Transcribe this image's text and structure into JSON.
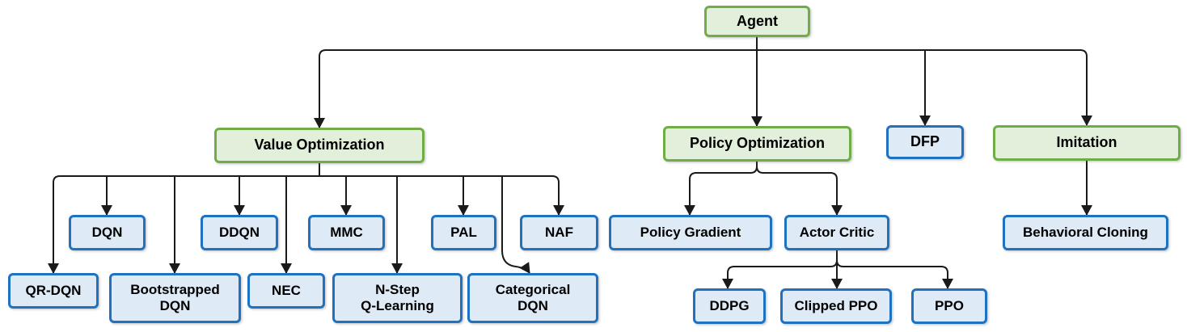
{
  "diagram": {
    "type": "hierarchy-flowchart",
    "description_from_pixels_only": "tree of agent algorithm families",
    "colors": {
      "category_fill": "#E2EFDA",
      "category_border": "#70AD47",
      "algorithm_fill": "#DEEAF6",
      "algorithm_border": "#1F72C1",
      "connector_line": "#1A1A1A",
      "text": "#000000",
      "background": "#FFFFFF"
    },
    "nodes": {
      "agent": {
        "label": "Agent",
        "type": "category"
      },
      "value_optimization": {
        "label": "Value Optimization",
        "type": "category"
      },
      "policy_optimization": {
        "label": "Policy Optimization",
        "type": "category"
      },
      "dfp": {
        "label": "DFP",
        "type": "algorithm"
      },
      "imitation": {
        "label": "Imitation",
        "type": "category"
      },
      "dqn": {
        "label": "DQN",
        "type": "algorithm"
      },
      "ddqn": {
        "label": "DDQN",
        "type": "algorithm"
      },
      "mmc": {
        "label": "MMC",
        "type": "algorithm"
      },
      "pal": {
        "label": "PAL",
        "type": "algorithm"
      },
      "naf": {
        "label": "NAF",
        "type": "algorithm"
      },
      "qr_dqn": {
        "label": "QR-DQN",
        "type": "algorithm"
      },
      "bootstrapped_dqn": {
        "label": "Bootstrapped\nDQN",
        "type": "algorithm"
      },
      "nec": {
        "label": "NEC",
        "type": "algorithm"
      },
      "n_step_q_learning": {
        "label": "N-Step\nQ-Learning",
        "type": "algorithm"
      },
      "categorical_dqn": {
        "label": "Categorical\nDQN",
        "type": "algorithm"
      },
      "policy_gradient": {
        "label": "Policy Gradient",
        "type": "algorithm"
      },
      "actor_critic": {
        "label": "Actor Critic",
        "type": "algorithm"
      },
      "behavioral_cloning": {
        "label": "Behavioral Cloning",
        "type": "algorithm"
      },
      "ddpg": {
        "label": "DDPG",
        "type": "algorithm"
      },
      "clipped_ppo": {
        "label": "Clipped PPO",
        "type": "algorithm"
      },
      "ppo": {
        "label": "PPO",
        "type": "algorithm"
      }
    },
    "edges": [
      {
        "from": "agent",
        "to": "value_optimization"
      },
      {
        "from": "agent",
        "to": "policy_optimization"
      },
      {
        "from": "agent",
        "to": "dfp"
      },
      {
        "from": "agent",
        "to": "imitation"
      },
      {
        "from": "value_optimization",
        "to": "dqn"
      },
      {
        "from": "value_optimization",
        "to": "ddqn"
      },
      {
        "from": "value_optimization",
        "to": "mmc"
      },
      {
        "from": "value_optimization",
        "to": "pal"
      },
      {
        "from": "value_optimization",
        "to": "naf"
      },
      {
        "from": "value_optimization",
        "to": "qr_dqn"
      },
      {
        "from": "value_optimization",
        "to": "bootstrapped_dqn"
      },
      {
        "from": "value_optimization",
        "to": "nec"
      },
      {
        "from": "value_optimization",
        "to": "n_step_q_learning"
      },
      {
        "from": "value_optimization",
        "to": "categorical_dqn"
      },
      {
        "from": "policy_optimization",
        "to": "policy_gradient"
      },
      {
        "from": "policy_optimization",
        "to": "actor_critic"
      },
      {
        "from": "actor_critic",
        "to": "ddpg"
      },
      {
        "from": "actor_critic",
        "to": "clipped_ppo"
      },
      {
        "from": "actor_critic",
        "to": "ppo"
      },
      {
        "from": "imitation",
        "to": "behavioral_cloning"
      }
    ]
  }
}
